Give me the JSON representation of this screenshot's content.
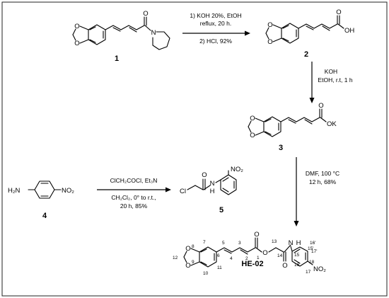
{
  "reactions": {
    "r1": {
      "line1": "1) KOH 20%, EtOH",
      "line2": "reflux, 20 h.",
      "line3": "2) HCl, 92%"
    },
    "r2": {
      "line1": "KOH",
      "line2": "EtOH, r.t, 1 h"
    },
    "r3": {
      "line1": "ClCH₂COCl, Et₃N",
      "line2": "CH₂Cl₂, 0° to r.t.,",
      "line3": "20 h, 85%"
    },
    "r4": {
      "line1": "DMF, 100 °C",
      "line2": "12 h, 68%"
    }
  },
  "compounds": {
    "c1": {
      "number": "1",
      "atoms": {
        "o_top": "O",
        "o_bot": "O",
        "o_ket": "O",
        "n": "N"
      }
    },
    "c2": {
      "number": "2",
      "atoms": {
        "o_top": "O",
        "o_bot": "O",
        "o_acid": "O",
        "oh": "OH"
      }
    },
    "c3": {
      "number": "3",
      "atoms": {
        "o_top": "O",
        "o_bot": "O",
        "o_car": "O",
        "ok": "OK"
      }
    },
    "c4": {
      "number": "4",
      "atoms": {
        "h2n": "H₂N",
        "no2": "NO₂"
      }
    },
    "c5": {
      "number": "5",
      "atoms": {
        "cl": "Cl",
        "o": "O",
        "nh": "N",
        "h": "H",
        "no2": "NO₂"
      }
    },
    "he02": {
      "label": "HE-02",
      "atoms": {
        "o_top": "O",
        "o_bot": "O",
        "o_ester": "O",
        "o_ester_c": "O",
        "o_amide": "O",
        "n": "N",
        "h": "H",
        "no2": "NO₂"
      },
      "locants": [
        "1",
        "2",
        "3",
        "4",
        "5",
        "6",
        "7",
        "8",
        "9",
        "10",
        "11",
        "12",
        "13",
        "14",
        "15",
        "15'",
        "16",
        "16'",
        "17",
        "17'",
        "18"
      ]
    }
  }
}
